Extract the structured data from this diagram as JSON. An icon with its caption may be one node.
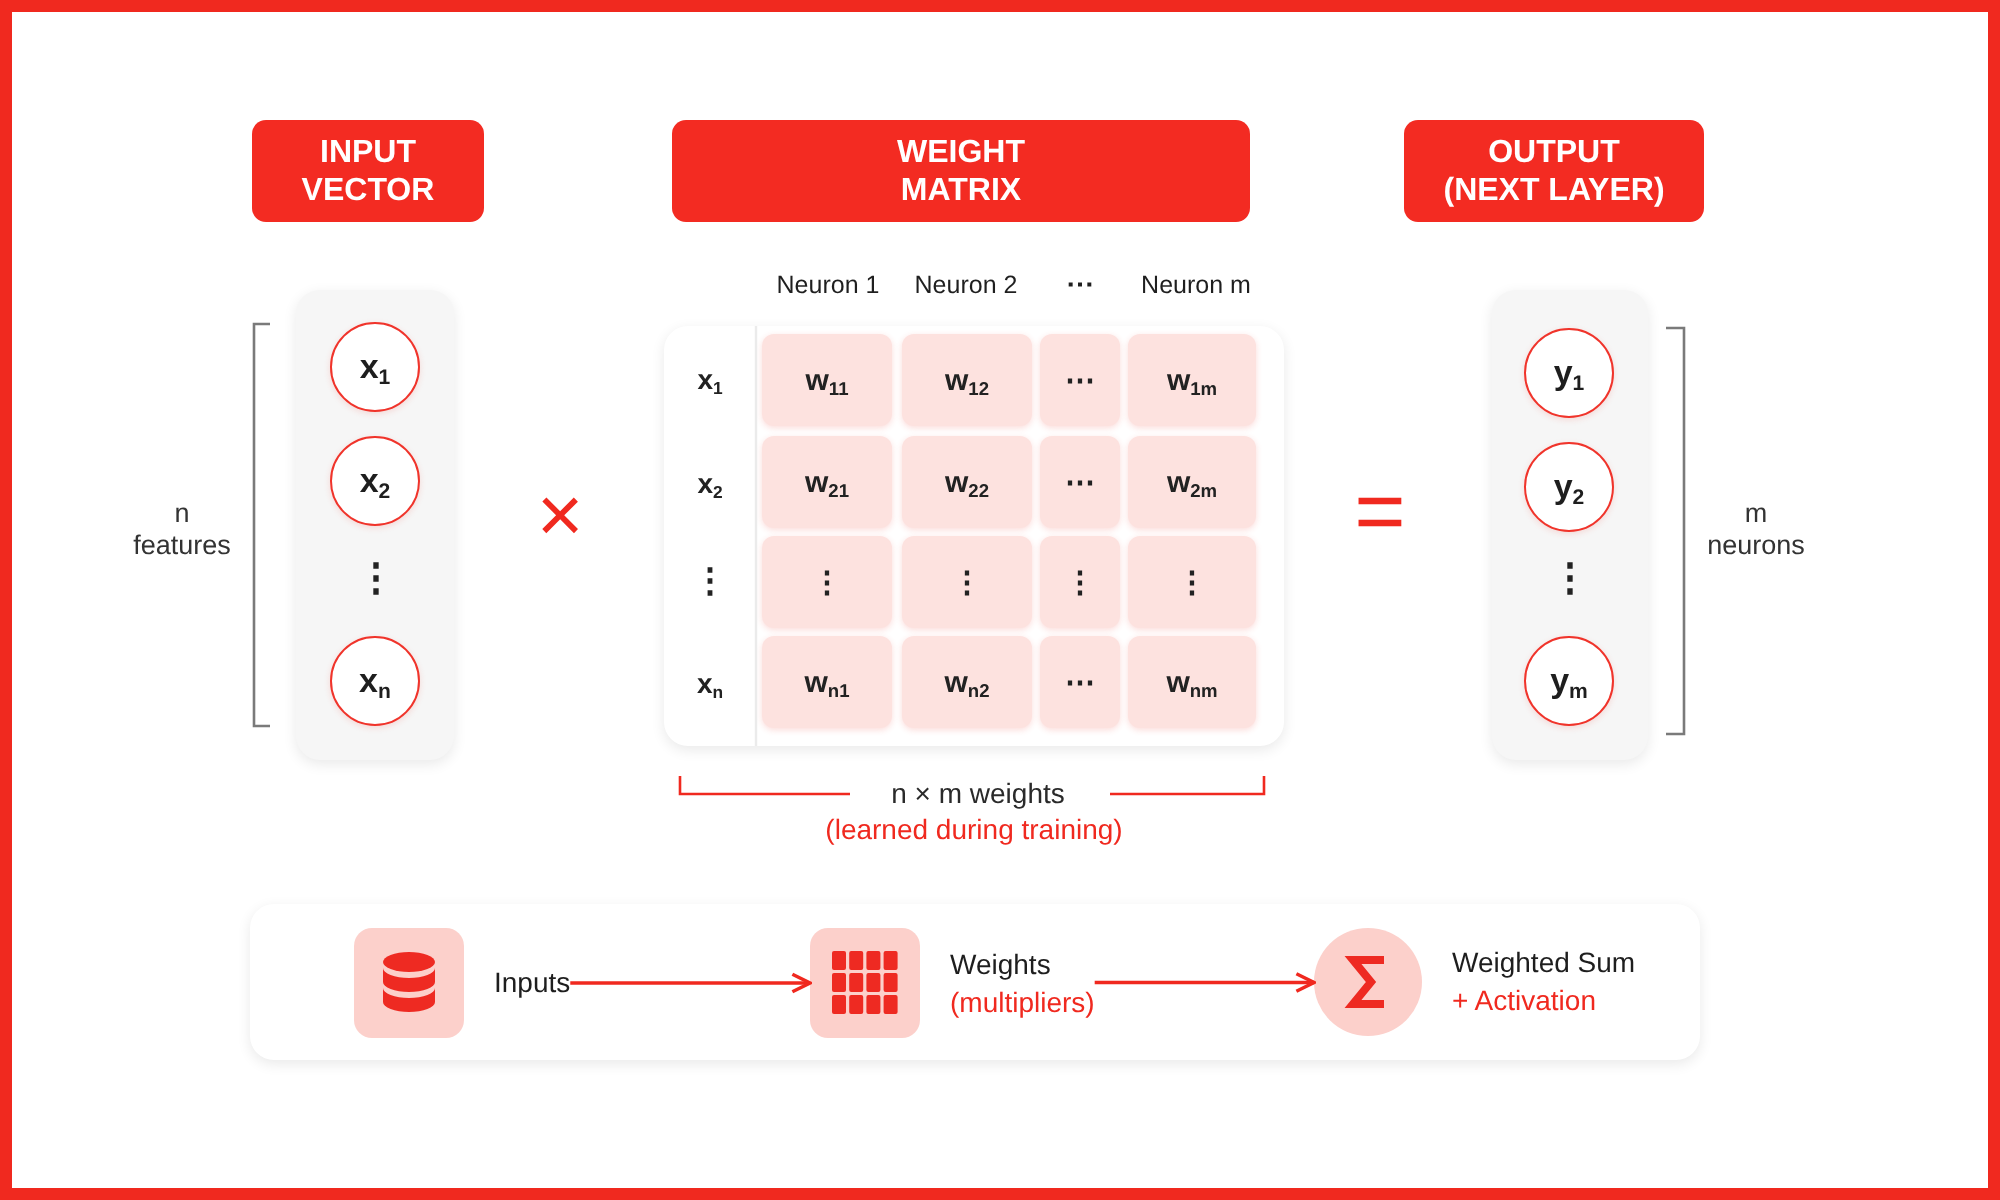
{
  "diagram": {
    "nodes": [
      {
        "text": [
          "INPUT VECTOR"
        ]
      },
      {
        "text": [
          "WEIGHT MATRIX"
        ]
      },
      {
        "text": [
          "OUTPUT (NEXT LAYER)"
        ]
      },
      {
        "text": [],
        "shape": "box"
      },
      {
        "text": [
          "x$_{1}$"
        ],
        "in": 3
      },
      {
        "text": [
          "x$_{2}$"
        ],
        "in": 3
      },
      {
        "text": [
          "x$_{n}$"
        ],
        "in": 3
      },
      {
        "text": [],
        "shape": "box"
      },
      {
        "text": [
          "w$_{11}$"
        ],
        "in": 7
      },
      {
        "text": [
          "w$_{12}$"
        ],
        "in": 7
      },
      {
        "text": [
          "⋯"
        ],
        "in": 7
      },
      {
        "text": [
          "w$_{1m}$"
        ],
        "in": 7
      },
      {
        "text": [
          "w$_{21}$"
        ],
        "in": 7
      },
      {
        "text": [
          "w$_{22}$"
        ],
        "in": 7
      },
      {
        "text": [
          "⋯"
        ],
        "in": 7
      },
      {
        "text": [
          "w$_{2m}$"
        ],
        "in": 7
      },
      {
        "text": [
          "⋮"
        ],
        "in": 7
      },
      {
        "text": [
          "⋮"
        ],
        "in": 7
      },
      {
        "text": [
          "⋮"
        ],
        "in": 7
      },
      {
        "text": [
          "⋮"
        ],
        "in": 7
      },
      {
        "text": [
          "w$_{n1}$"
        ],
        "in": 7
      },
      {
        "text": [
          "w$_{n2}$"
        ],
        "in": 7
      },
      {
        "text": [
          "⋯"
        ],
        "in": 7
      },
      {
        "text": [
          "w$_{nm}$"
        ],
        "in": 7
      },
      {
        "text": [],
        "shape": "box"
      },
      {
        "text": [
          "y$_{1}$"
        ],
        "in": 24
      },
      {
        "text": [
          "y$_{2}$"
        ],
        "in": 24
      },
      {
        "text": [
          "y$_{m}$"
        ],
        "in": 24
      },
      {
        "text": [],
        "shape": "box"
      },
      {
        "text": [
          "Inputs"
        ],
        "in": 28
      },
      {
        "text": [
          "Weights",
          "(multipliers)"
        ],
        "in": 28
      },
      {
        "text": [
          "Weighted Sum",
          "+ Activation"
        ],
        "in": 28
      }
    ],
    "edges": [
      {
        "from": 29,
        "to": 30,
        "arrow": "to"
      },
      {
        "from": 30,
        "to": 31,
        "arrow": "to"
      }
    ],
    "labels": [
      "Neuron 1",
      "Neuron 2",
      "⋯",
      "Neuron m",
      "n features",
      "⋮",
      "×",
      "x$_{1}$",
      "x$_{2}$",
      "⋮",
      "x$_{n}$",
      "=",
      "⋮",
      "m neurons",
      "n × m weights",
      "(learned during training)"
    ]
  }
}
